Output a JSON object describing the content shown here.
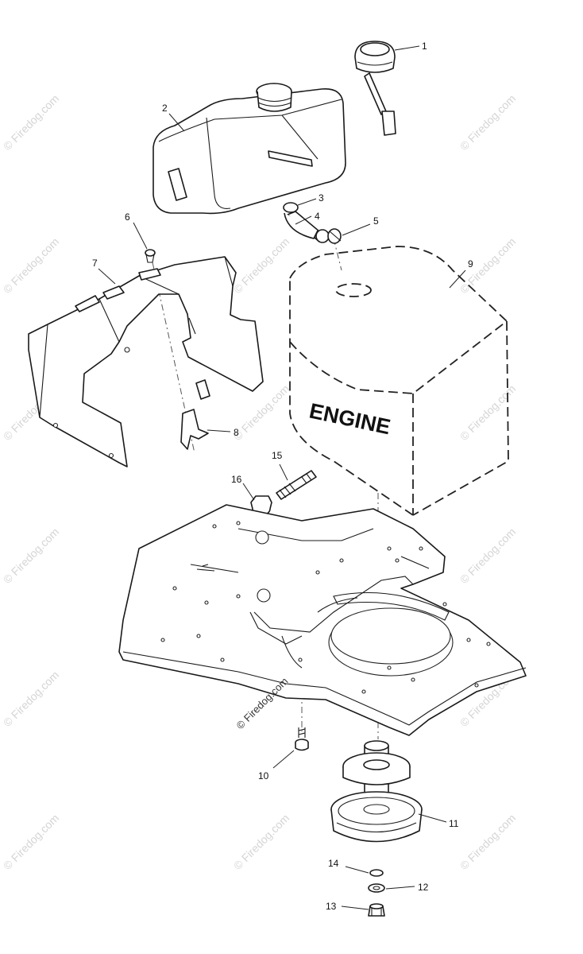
{
  "watermark": {
    "text": "© Firedog.com"
  },
  "engine_label": "ENGINE",
  "callouts": {
    "c1": "1",
    "c2": "2",
    "c3": "3",
    "c4": "4",
    "c5": "5",
    "c6": "6",
    "c7": "7",
    "c8": "8",
    "c9": "9",
    "c10": "10",
    "c11": "11",
    "c12": "12",
    "c13": "13",
    "c14": "14",
    "c15": "15",
    "c16": "16"
  },
  "colors": {
    "line": "#1a1a1a",
    "watermark": "#c7c7c7",
    "background": "#ffffff"
  }
}
